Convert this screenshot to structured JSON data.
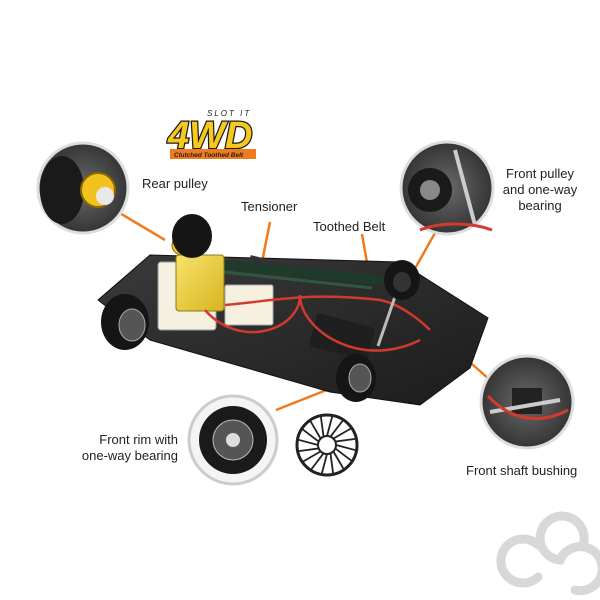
{
  "logo": {
    "brand": "SLOT IT",
    "main": "4WD",
    "sub": "Clutched Toothed Belt"
  },
  "labels": {
    "rear_pulley": "Rear pulley",
    "tensioner": "Tensioner",
    "toothed_belt": "Toothed Belt",
    "front_pulley_l1": "Front pulley",
    "front_pulley_l2": "and one-way",
    "front_pulley_l3": "bearing",
    "front_rim_l1": "Front rim with",
    "front_rim_l2": "one-way bearing",
    "front_shaft_bushing": "Front shaft bushing"
  },
  "colors": {
    "callout": "#f07a1e",
    "chassis": "#2b2b2b",
    "belt": "#1e3a2a",
    "motor": "#f2d43a",
    "wire": "#d23a2e",
    "logo_yellow": "#f7c81e"
  },
  "watermark": "CS"
}
